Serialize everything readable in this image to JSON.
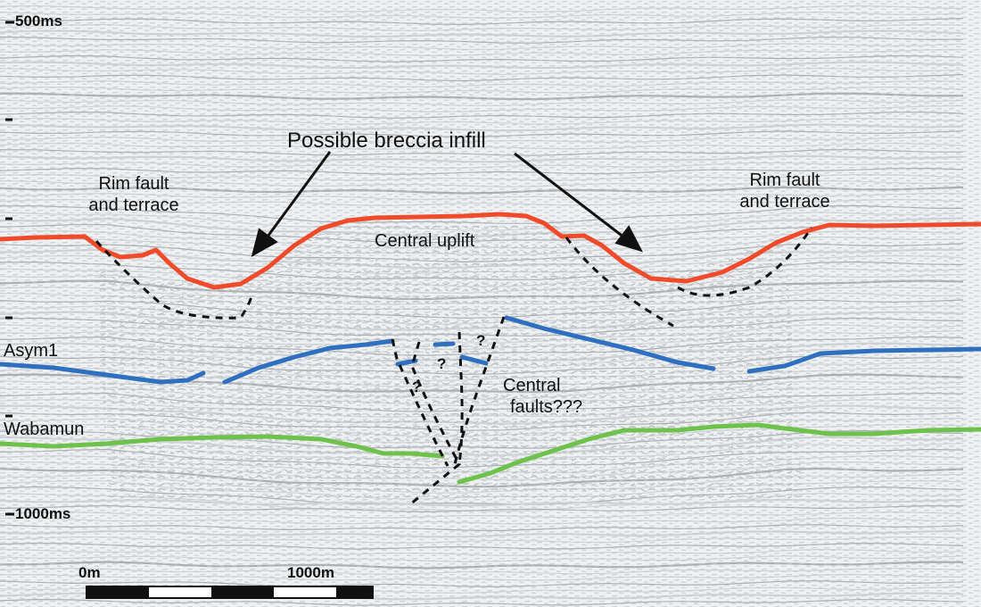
{
  "time_axis": {
    "top_label": "500ms",
    "bottom_label": "1000ms"
  },
  "horizons": {
    "asym1": "Asym1",
    "wabamun": "Wabamun"
  },
  "annotations": {
    "possible_breccia": "Possible breccia infill",
    "rim_left_line1": "Rim fault",
    "rim_left_line2": "and terrace",
    "rim_right_line1": "Rim fault",
    "rim_right_line2": "and terrace",
    "central_uplift": "Central uplift",
    "central_faults_line1": "Central",
    "central_faults_line2": "faults???",
    "question_mark": "?"
  },
  "scale_bar": {
    "start_label": "0m",
    "end_label": "1000m"
  },
  "colors": {
    "red_horizon": "#f04a2a",
    "blue_horizon": "#2f6fc0",
    "green_horizon": "#6cc24a",
    "background": "#eef0f1"
  }
}
